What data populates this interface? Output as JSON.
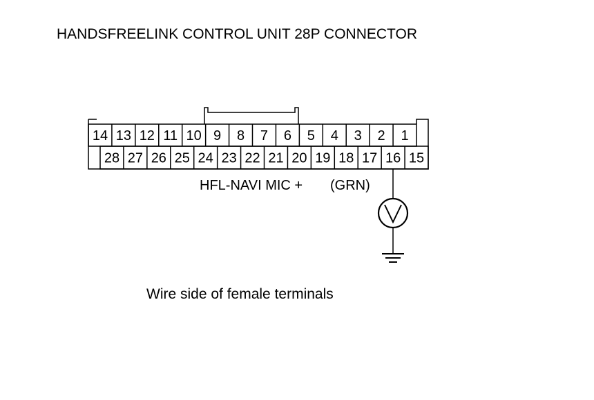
{
  "title": "HANDSFREELINK CONTROL UNIT 28P CONNECTOR",
  "caption": "Wire side of female terminals",
  "connector": {
    "top_row": [
      "14",
      "13",
      "12",
      "11",
      "10",
      "9",
      "8",
      "7",
      "6",
      "5",
      "4",
      "3",
      "2",
      "1"
    ],
    "bottom_row": [
      "28",
      "27",
      "26",
      "25",
      "24",
      "23",
      "22",
      "21",
      "20",
      "19",
      "18",
      "17",
      "16",
      "15"
    ]
  },
  "wire": {
    "signal": "HFL-NAVI MIC +",
    "color": "(GRN)",
    "terminal": "16"
  },
  "meter": {
    "type": "voltmeter",
    "symbol": "V",
    "icon": "voltmeter-icon",
    "ground_icon": "ground-icon"
  }
}
